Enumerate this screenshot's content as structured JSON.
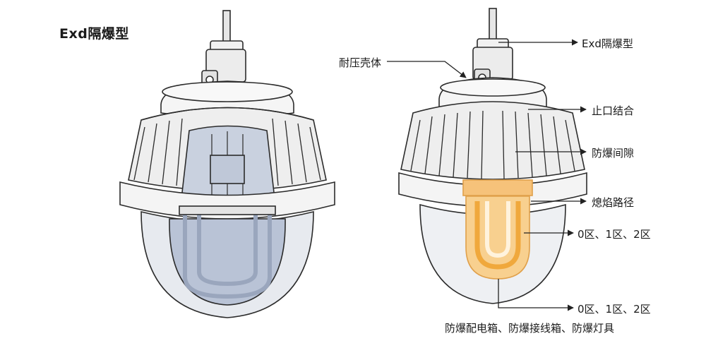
{
  "title": "Exd隔爆型",
  "labels": {
    "shell": "耐压壳体",
    "exd": "Exd隔爆型",
    "joint": "止口结合",
    "gap": "防爆间隙",
    "flame_path": "熄焰路径",
    "zone_1": "0区、1区、2区",
    "zone_2": "0区、1区、2区",
    "devices": "防爆配电箱、防爆接线箱、防爆灯具"
  },
  "colors": {
    "line": "#2b2b2b",
    "body": "#f2f2f2",
    "glass": "#dfe3ea",
    "inner_blue": "#b7c2d6",
    "flame": "#f3b04a",
    "flame_light": "#f8cf8a"
  }
}
